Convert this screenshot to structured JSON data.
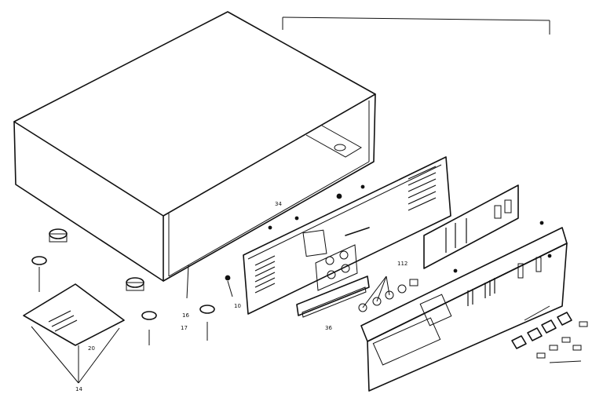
{
  "diagram": {
    "labels": {
      "vent_panel": "112",
      "base_plate": "20",
      "feet_callout": "14",
      "grommet": "34",
      "rear_panel_ref": "10",
      "bracket": "36",
      "screw_a": "17",
      "screw_b": "16"
    }
  }
}
